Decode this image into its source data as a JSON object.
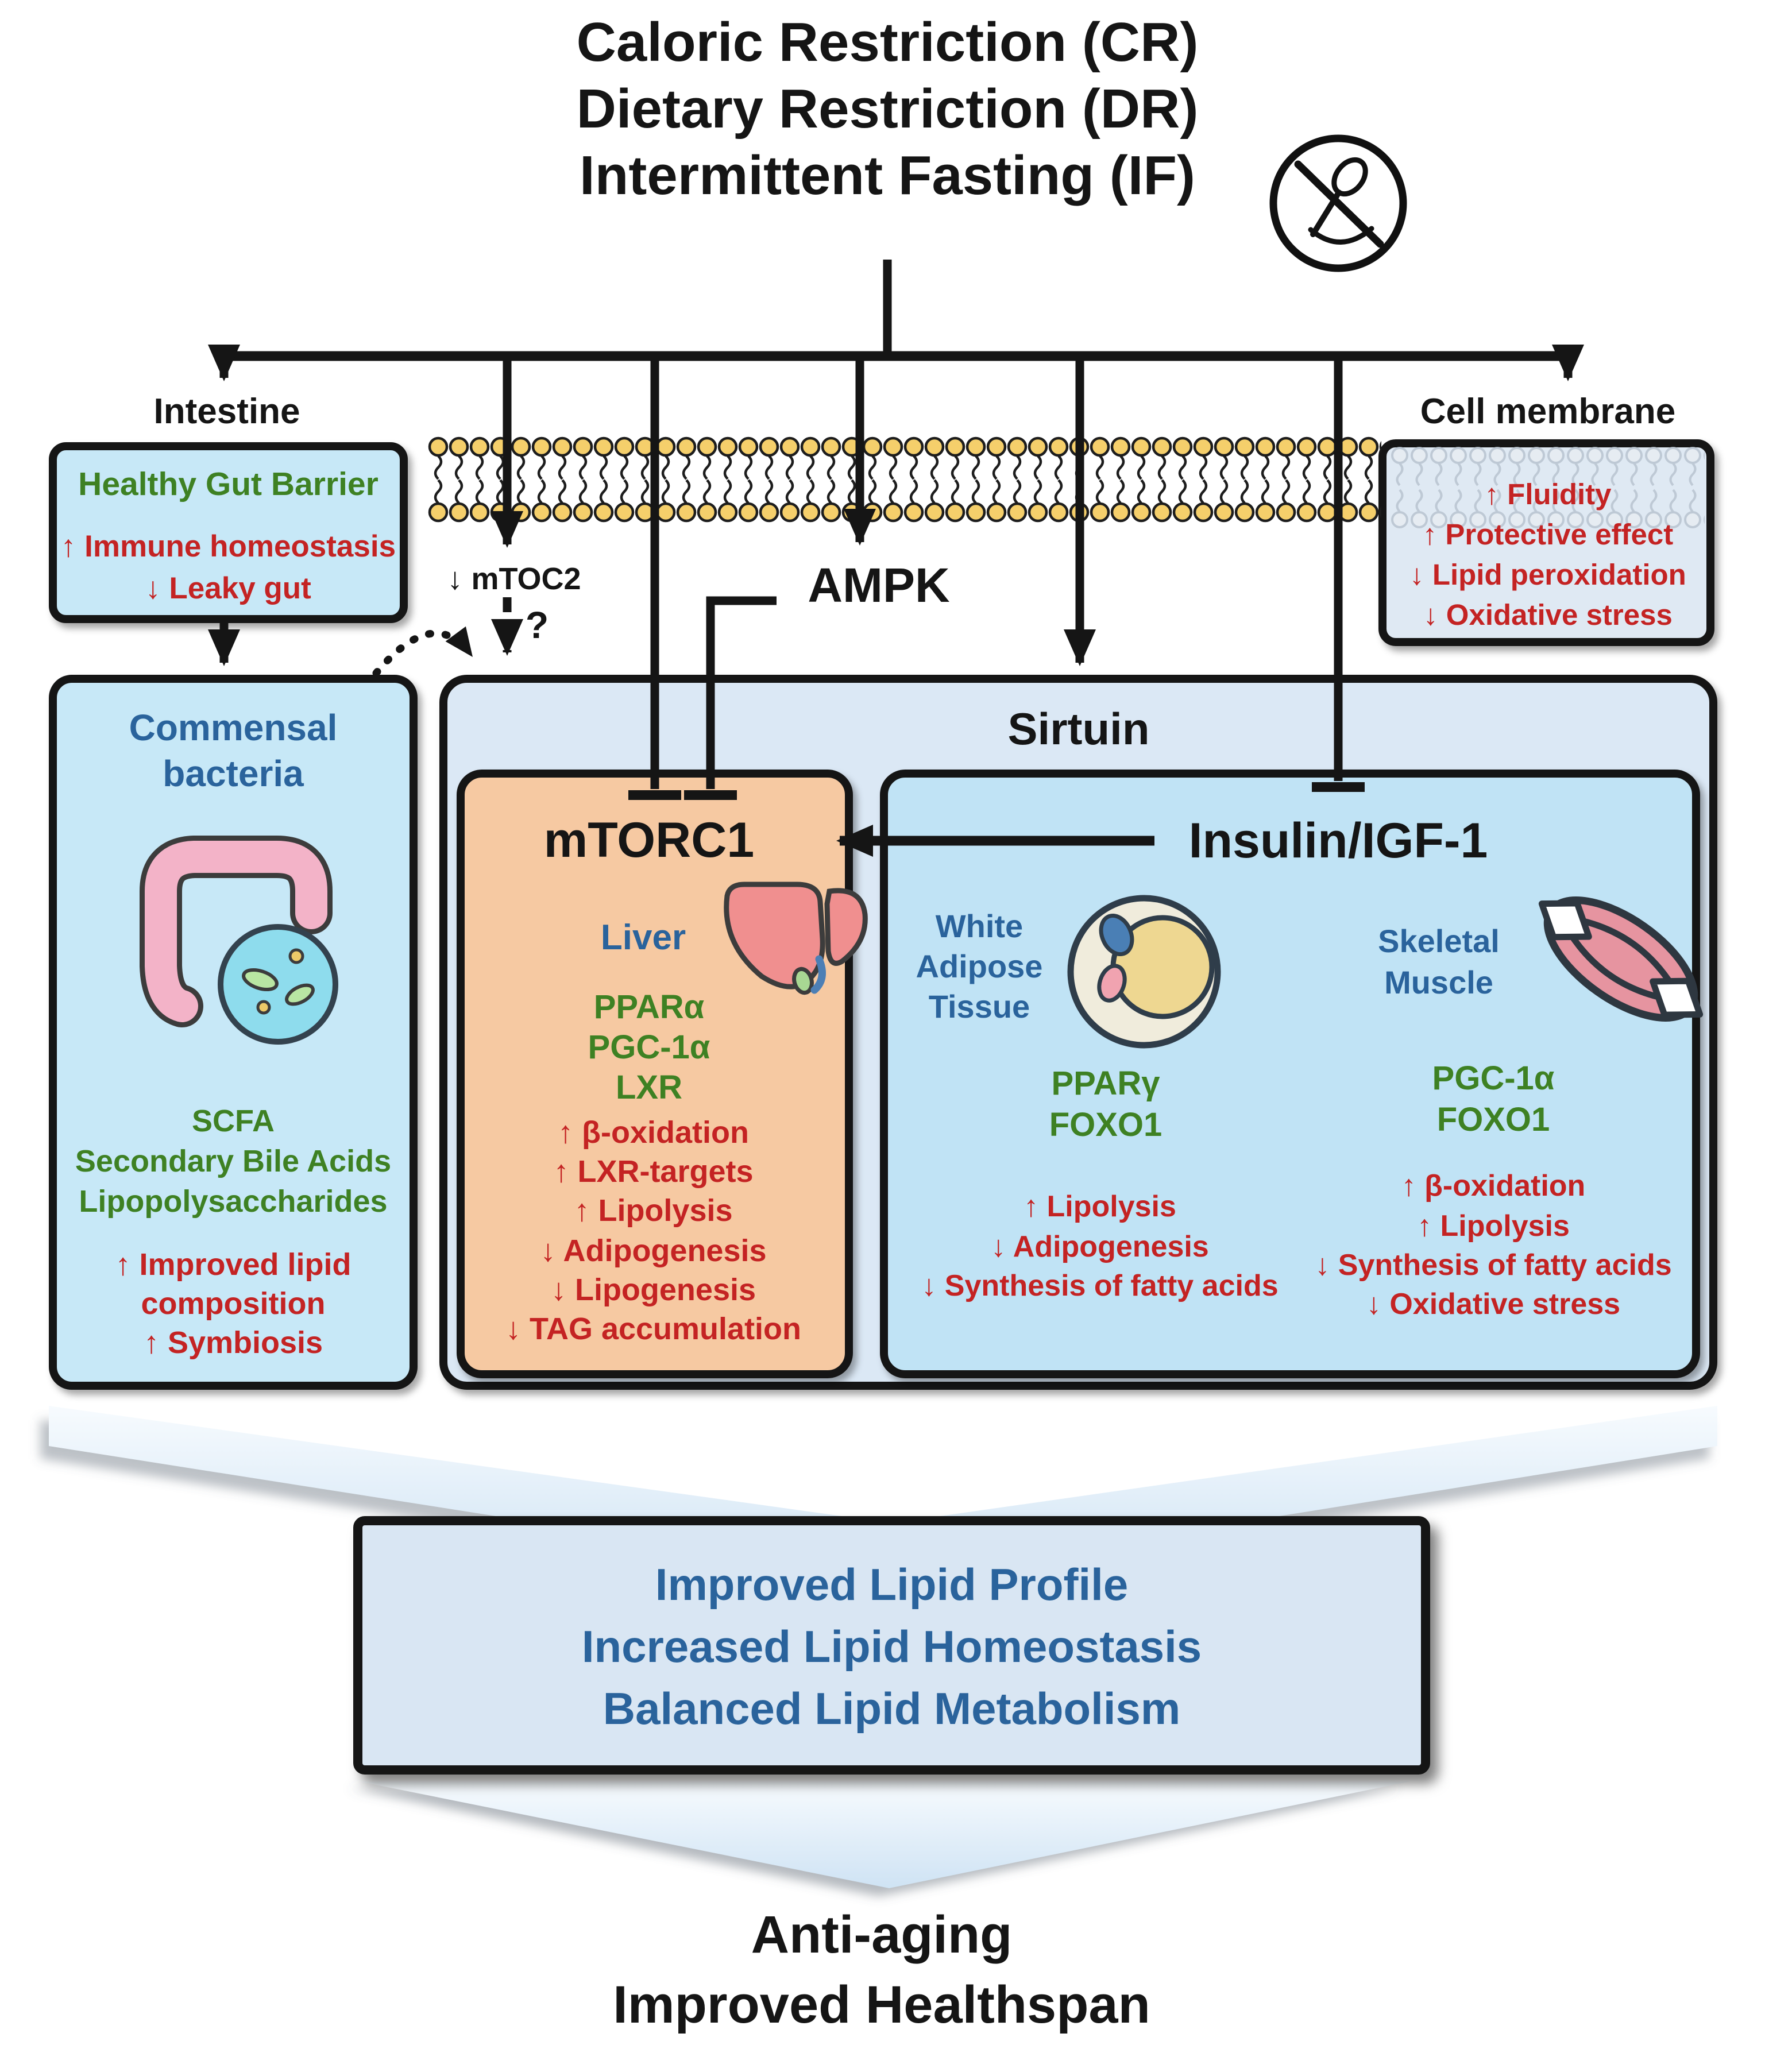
{
  "title": {
    "lines": [
      "Caloric Restriction (CR)",
      "Dietary Restriction (DR)",
      "Intermittent Fasting (IF)"
    ]
  },
  "top_labels": {
    "intestine": "Intestine",
    "cell_membrane": "Cell membrane"
  },
  "signals": {
    "mtoc2": "↓ mTOC2",
    "question_mark": "?",
    "ampk": "AMPK",
    "sirtuin": "Sirtuin"
  },
  "gut_box": {
    "title": "Healthy Gut Barrier",
    "effects": [
      "↑ Immune homeostasis",
      "↓ Leaky gut"
    ]
  },
  "cell_membrane_box": {
    "effects": [
      "↑ Fluidity",
      "↑ Protective effect",
      "↓ Lipid peroxidation",
      "↓ Oxidative stress"
    ]
  },
  "commensal_box": {
    "title_lines": [
      "Commensal",
      "bacteria"
    ],
    "mediators": [
      "SCFA",
      "Secondary Bile Acids",
      "Lipopolysaccharides"
    ],
    "effects_lines": [
      "↑ Improved lipid",
      "composition",
      "↑ Symbiosis"
    ]
  },
  "mtorc1_box": {
    "title": "mTORC1",
    "organ": "Liver",
    "regulators": [
      "PPARα",
      "PGC-1α",
      "LXR"
    ],
    "effects": [
      "↑ β-oxidation",
      "↑ LXR-targets",
      "↑ Lipolysis",
      "↓ Adipogenesis",
      "↓ Lipogenesis",
      "↓ TAG accumulation"
    ]
  },
  "insulin_box": {
    "title": "Insulin/IGF-1",
    "white_adipose": {
      "organ_lines": [
        "White",
        "Adipose",
        "Tissue"
      ],
      "regulators": [
        "PPARγ",
        "FOXO1"
      ],
      "effects": [
        "↑ Lipolysis",
        "↓ Adipogenesis",
        "↓ Synthesis of fatty acids"
      ]
    },
    "skeletal_muscle": {
      "organ_lines": [
        "Skeletal",
        "Muscle"
      ],
      "regulators": [
        "PGC-1α",
        "FOXO1"
      ],
      "effects": [
        "↑ β-oxidation",
        "↑ Lipolysis",
        "↓ Synthesis of fatty acids",
        "↓ Oxidative stress"
      ]
    }
  },
  "outcome_box": {
    "lines": [
      "Improved Lipid Profile",
      "Increased Lipid Homeostasis",
      "Balanced Lipid Metabolism"
    ]
  },
  "footer": {
    "lines": [
      "Anti-aging",
      "Improved Healthspan"
    ]
  },
  "colors": {
    "text_red": "#c42323",
    "text_green": "#3e8123",
    "text_blue": "#2a639c",
    "mtorc1_fill": "#f6c9a2",
    "insulin_fill": "#c0e3f5",
    "sirtuin_fill": "#dbe8f5",
    "gut_fill": "#c7e8f7",
    "cell_membrane_fill": "#dfe9f3",
    "outcome_fill": "#d9e6f3",
    "membrane_head": "#f5cf6b",
    "outline": "#151515"
  }
}
